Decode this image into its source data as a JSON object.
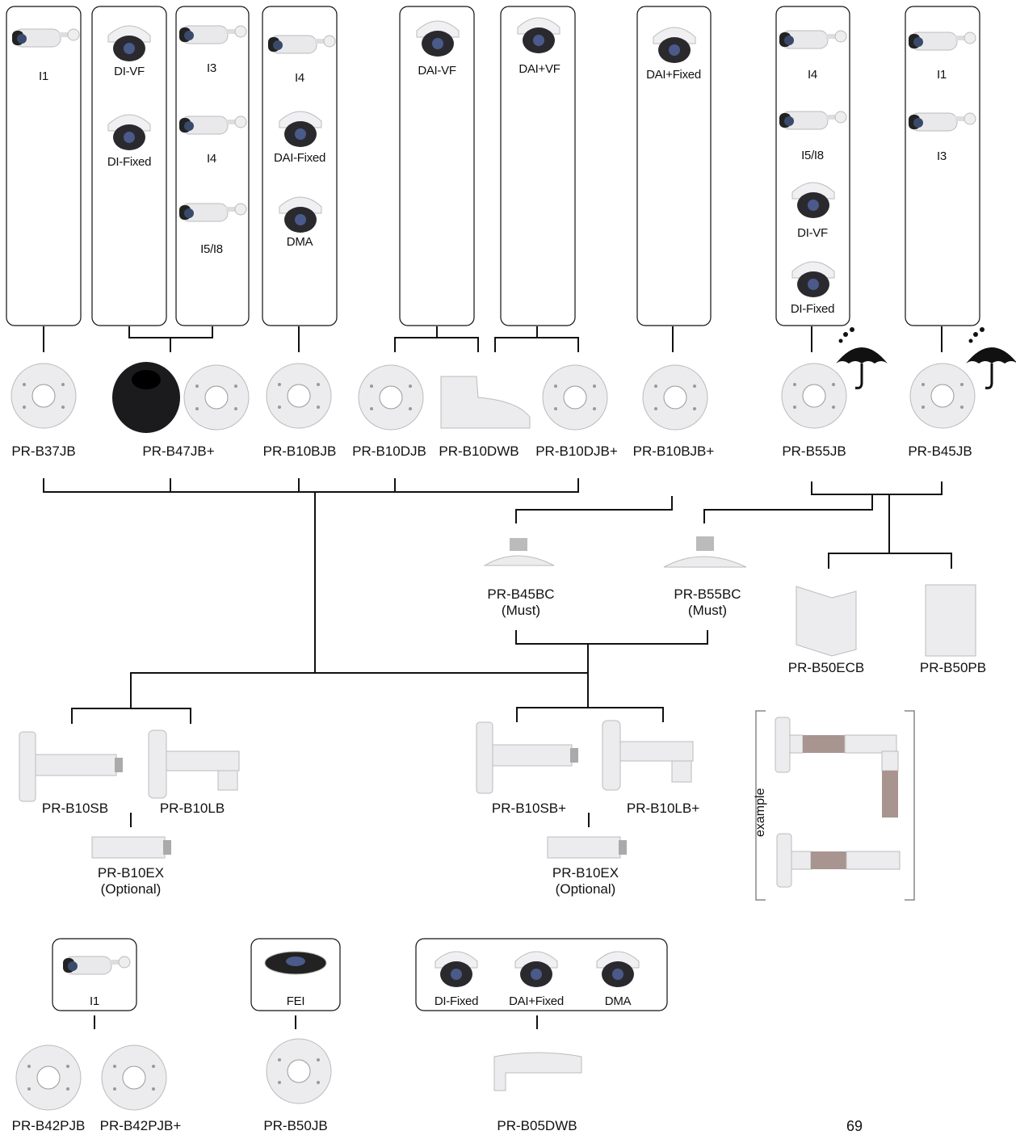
{
  "camera_groups": [
    {
      "items": [
        "I1"
      ]
    },
    {
      "items": [
        "DI-VF",
        "DI-Fixed"
      ]
    },
    {
      "items": [
        "I3",
        "I4",
        "I5/I8"
      ]
    },
    {
      "items": [
        "I4",
        "DAI-Fixed",
        "DMA"
      ]
    },
    {
      "items": [
        "DAI-VF"
      ]
    },
    {
      "items": [
        "DAI+VF"
      ]
    },
    {
      "items": [
        "DAI+Fixed"
      ]
    },
    {
      "items": [
        "I4",
        "I5/I8",
        "DI-VF",
        "DI-Fixed"
      ]
    },
    {
      "items": [
        "I1",
        "I3"
      ]
    }
  ],
  "junction_boxes": [
    "PR-B37JB",
    "PR-B47JB+",
    "PR-B10BJB",
    "PR-B10DJB",
    "PR-B10DWB",
    "PR-B10DJB+",
    "PR-B10BJB+",
    "PR-B55JB",
    "PR-B45JB"
  ],
  "adapters": [
    {
      "name": "PR-B45BC",
      "note": "(Must)"
    },
    {
      "name": "PR-B55BC",
      "note": "(Must)"
    }
  ],
  "pole_mounts": [
    "PR-B50ECB",
    "PR-B50PB"
  ],
  "brackets_left": [
    "PR-B10SB",
    "PR-B10LB"
  ],
  "brackets_right": [
    "PR-B10SB+",
    "PR-B10LB+"
  ],
  "extension_left": {
    "name": "PR-B10EX",
    "note": "(Optional)"
  },
  "extension_right": {
    "name": "PR-B10EX",
    "note": "(Optional)"
  },
  "example_label": "example",
  "bottom_groups": [
    {
      "cameras": [
        "I1"
      ],
      "mounts": [
        "PR-B42PJB",
        "PR-B42PJB+"
      ]
    },
    {
      "cameras": [
        "FEI"
      ],
      "mounts": [
        "PR-B50JB"
      ]
    },
    {
      "cameras": [
        "DI-Fixed",
        "DAI+Fixed",
        "DMA"
      ],
      "mounts": [
        "PR-B05DWB"
      ]
    }
  ],
  "page_number": "69"
}
